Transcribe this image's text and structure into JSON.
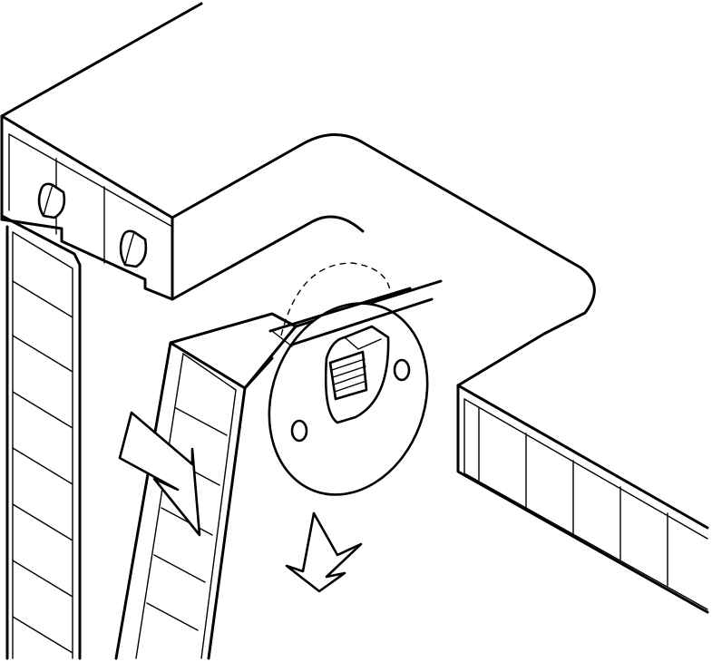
{
  "figure": {
    "background": "#ffffff",
    "line_color": "#000000",
    "parts": [
      "top-frame-profile",
      "left-vertical-profile",
      "angled-vertical-profile",
      "right-horizontal-profile",
      "corner-connector-plate",
      "threaded-clamp-block",
      "insert-direction-arrow",
      "push-down-arrow"
    ]
  }
}
